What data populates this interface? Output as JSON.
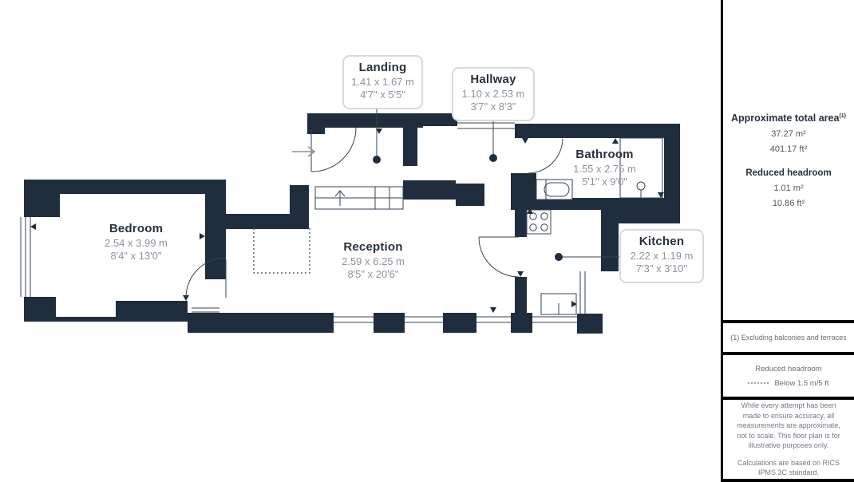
{
  "plan": {
    "rooms": [
      {
        "id": "bedroom",
        "name": "Bedroom",
        "metric": "2.54 x 3.99 m",
        "imperial": "8'4\" x 13'0\""
      },
      {
        "id": "reception",
        "name": "Reception",
        "metric": "2.59 x 6.25 m",
        "imperial": "8'5\" x 20'6\""
      },
      {
        "id": "landing",
        "name": "Landing",
        "metric": "1.41 x 1.67 m",
        "imperial": "4'7\" x 5'5\""
      },
      {
        "id": "hallway",
        "name": "Hallway",
        "metric": "1.10 x 2.53 m",
        "imperial": "3'7\" x 8'3\""
      },
      {
        "id": "bathroom",
        "name": "Bathroom",
        "metric": "1.55 x 2.75 m",
        "imperial": "5'1\" x 9'0\""
      },
      {
        "id": "kitchen",
        "name": "Kitchen",
        "metric": "2.22 x 1.19 m",
        "imperial": "7'3\" x 3'10\""
      }
    ]
  },
  "sidebar": {
    "total_area": {
      "title": "Approximate total area",
      "note_ref": "(1)",
      "m2": "37.27 m²",
      "ft2": "401.17 ft²"
    },
    "reduced_headroom": {
      "title": "Reduced headroom",
      "m2": "1.01 m²",
      "ft2": "10.86 ft²"
    },
    "footnote": "(1) Excluding balconies and terraces",
    "legend": {
      "title": "Reduced headroom",
      "item": "Below 1.5 m/5 ft"
    },
    "disclaimer_1": "While every attempt has been made to ensure accuracy, all measurements are approximate, not to scale. This floor plan is for illustrative purposes only.",
    "disclaimer_2": "Calculations are based on RICS IPMS 3C standard."
  },
  "colors": {
    "wall": "#202d3d",
    "thin_line": "#36435466",
    "accent_line": "#364354",
    "dim_text": "#8e939c",
    "name_text": "#273140"
  }
}
